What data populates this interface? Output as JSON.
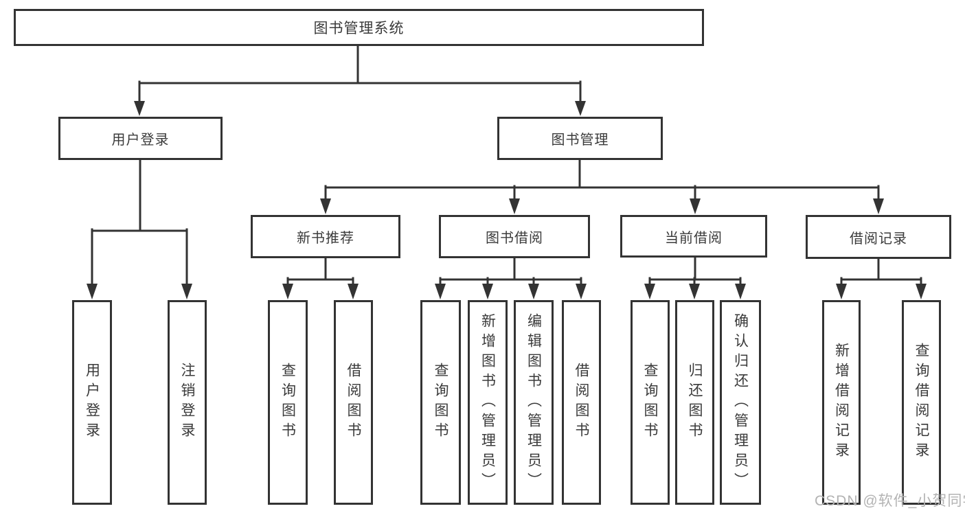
{
  "diagram": {
    "background_color": "#ffffff",
    "line_color": "#333333",
    "text_color": "#3a3a3a",
    "nodes": {
      "root": {
        "label": "图书管理系统"
      },
      "user_login": {
        "label": "用户登录"
      },
      "book_mgmt": {
        "label": "图书管理"
      },
      "new_book_rec": {
        "label": "新书推荐"
      },
      "book_borrow": {
        "label": "图书借阅"
      },
      "current_borrow": {
        "label": "当前借阅"
      },
      "borrow_record": {
        "label": "借阅记录"
      },
      "user_login_leaf": {
        "label": "用户登录"
      },
      "logout_leaf": {
        "label": "注销登录"
      },
      "query_book_1": {
        "label": "查询图书"
      },
      "borrow_book_1": {
        "label": "借阅图书"
      },
      "query_book_2": {
        "label": "查询图书"
      },
      "add_book": {
        "label": "新增图书（管理员）"
      },
      "edit_book": {
        "label": "编辑图书（管理员）"
      },
      "borrow_book_2": {
        "label": "借阅图书"
      },
      "query_book_3": {
        "label": "查询图书"
      },
      "return_book": {
        "label": "归还图书"
      },
      "confirm_return": {
        "label": "确认归还（管理员）"
      },
      "add_borrow_record": {
        "label": "新增借阅记录"
      },
      "query_borrow_record": {
        "label": "查询借阅记录"
      }
    },
    "hierarchy": {
      "root": [
        "user_login",
        "book_mgmt"
      ],
      "user_login": [
        "user_login_leaf",
        "logout_leaf"
      ],
      "book_mgmt": [
        "new_book_rec",
        "book_borrow",
        "current_borrow",
        "borrow_record"
      ],
      "new_book_rec": [
        "query_book_1",
        "borrow_book_1"
      ],
      "book_borrow": [
        "query_book_2",
        "add_book",
        "edit_book",
        "borrow_book_2"
      ],
      "current_borrow": [
        "query_book_3",
        "return_book",
        "confirm_return"
      ],
      "borrow_record": [
        "add_borrow_record",
        "query_borrow_record"
      ]
    },
    "watermark": {
      "text": "CSDN @软件_小贺同学",
      "color": "#b3b3b3"
    }
  }
}
